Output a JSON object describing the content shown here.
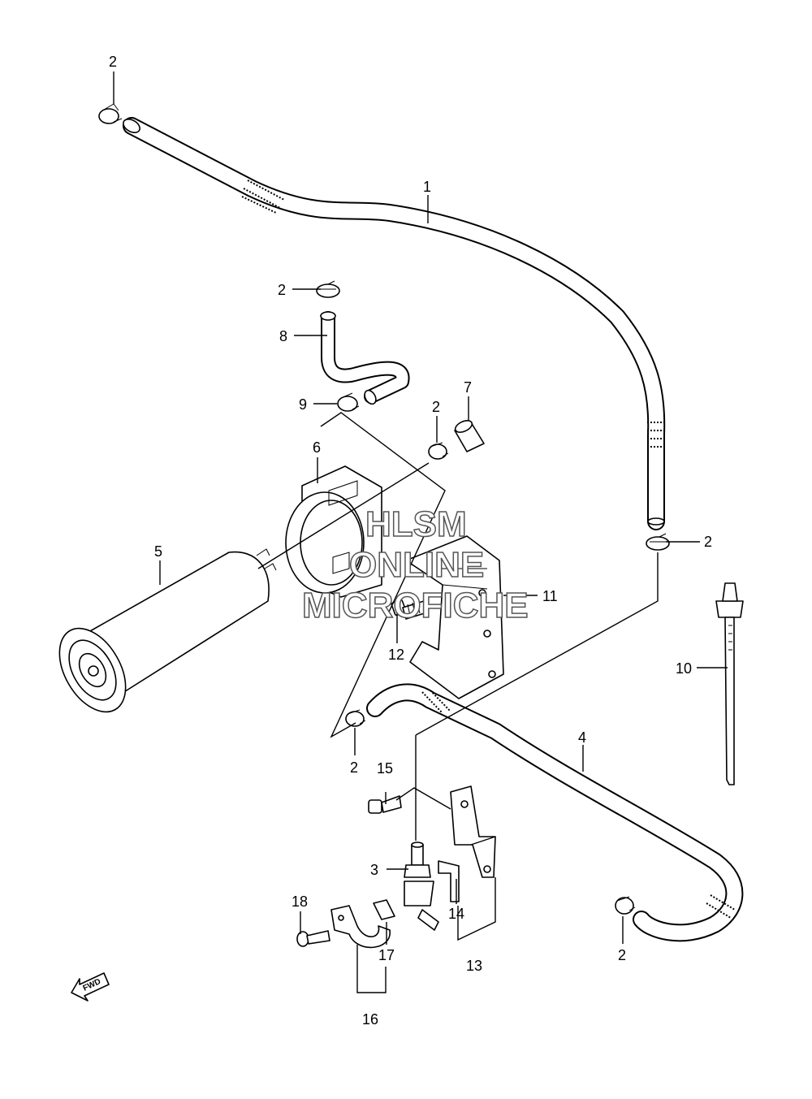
{
  "callouts": {
    "c2a": "2",
    "c1": "1",
    "c2b": "2",
    "c8": "8",
    "c9": "9",
    "c2c": "2",
    "c7": "7",
    "c6": "6",
    "c5": "5",
    "c2d": "2",
    "c11": "11",
    "c12": "12",
    "c10": "10",
    "c4": "4",
    "c2e": "2",
    "c15": "15",
    "c3": "3",
    "c18": "18",
    "c14": "14",
    "c17": "17",
    "c13": "13",
    "c2f": "2",
    "c16": "16"
  },
  "watermark": {
    "line1": "HLSM",
    "line2": "ONLINE",
    "line3": "MICROFICHE"
  },
  "fwd_label": "FWD"
}
